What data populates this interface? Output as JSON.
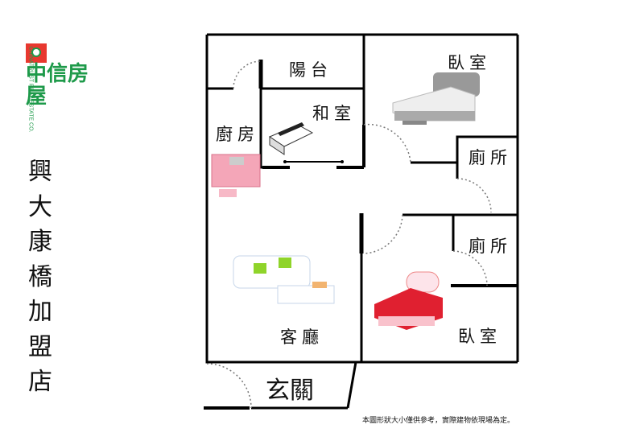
{
  "logo": {
    "name_cn": "中信房屋",
    "name_en": "CHINATRUST REAL ESTATE CO."
  },
  "store_name": "興大康橋加盟店",
  "rooms": {
    "balcony": "陽台",
    "japanese_room": "和室",
    "kitchen": "廚房",
    "master_bedroom": "臥室",
    "toilet_1": "廁所",
    "toilet_2": "廁所",
    "living_room": "客廳",
    "bedroom_2": "臥室",
    "entrance": "玄關"
  },
  "disclaimer": "本圖形狀大小僅供參考，實際建物依現場為定。",
  "colors": {
    "logo_green": "#1e9a4a",
    "logo_red": "#e8382f",
    "wall": "#000000"
  }
}
